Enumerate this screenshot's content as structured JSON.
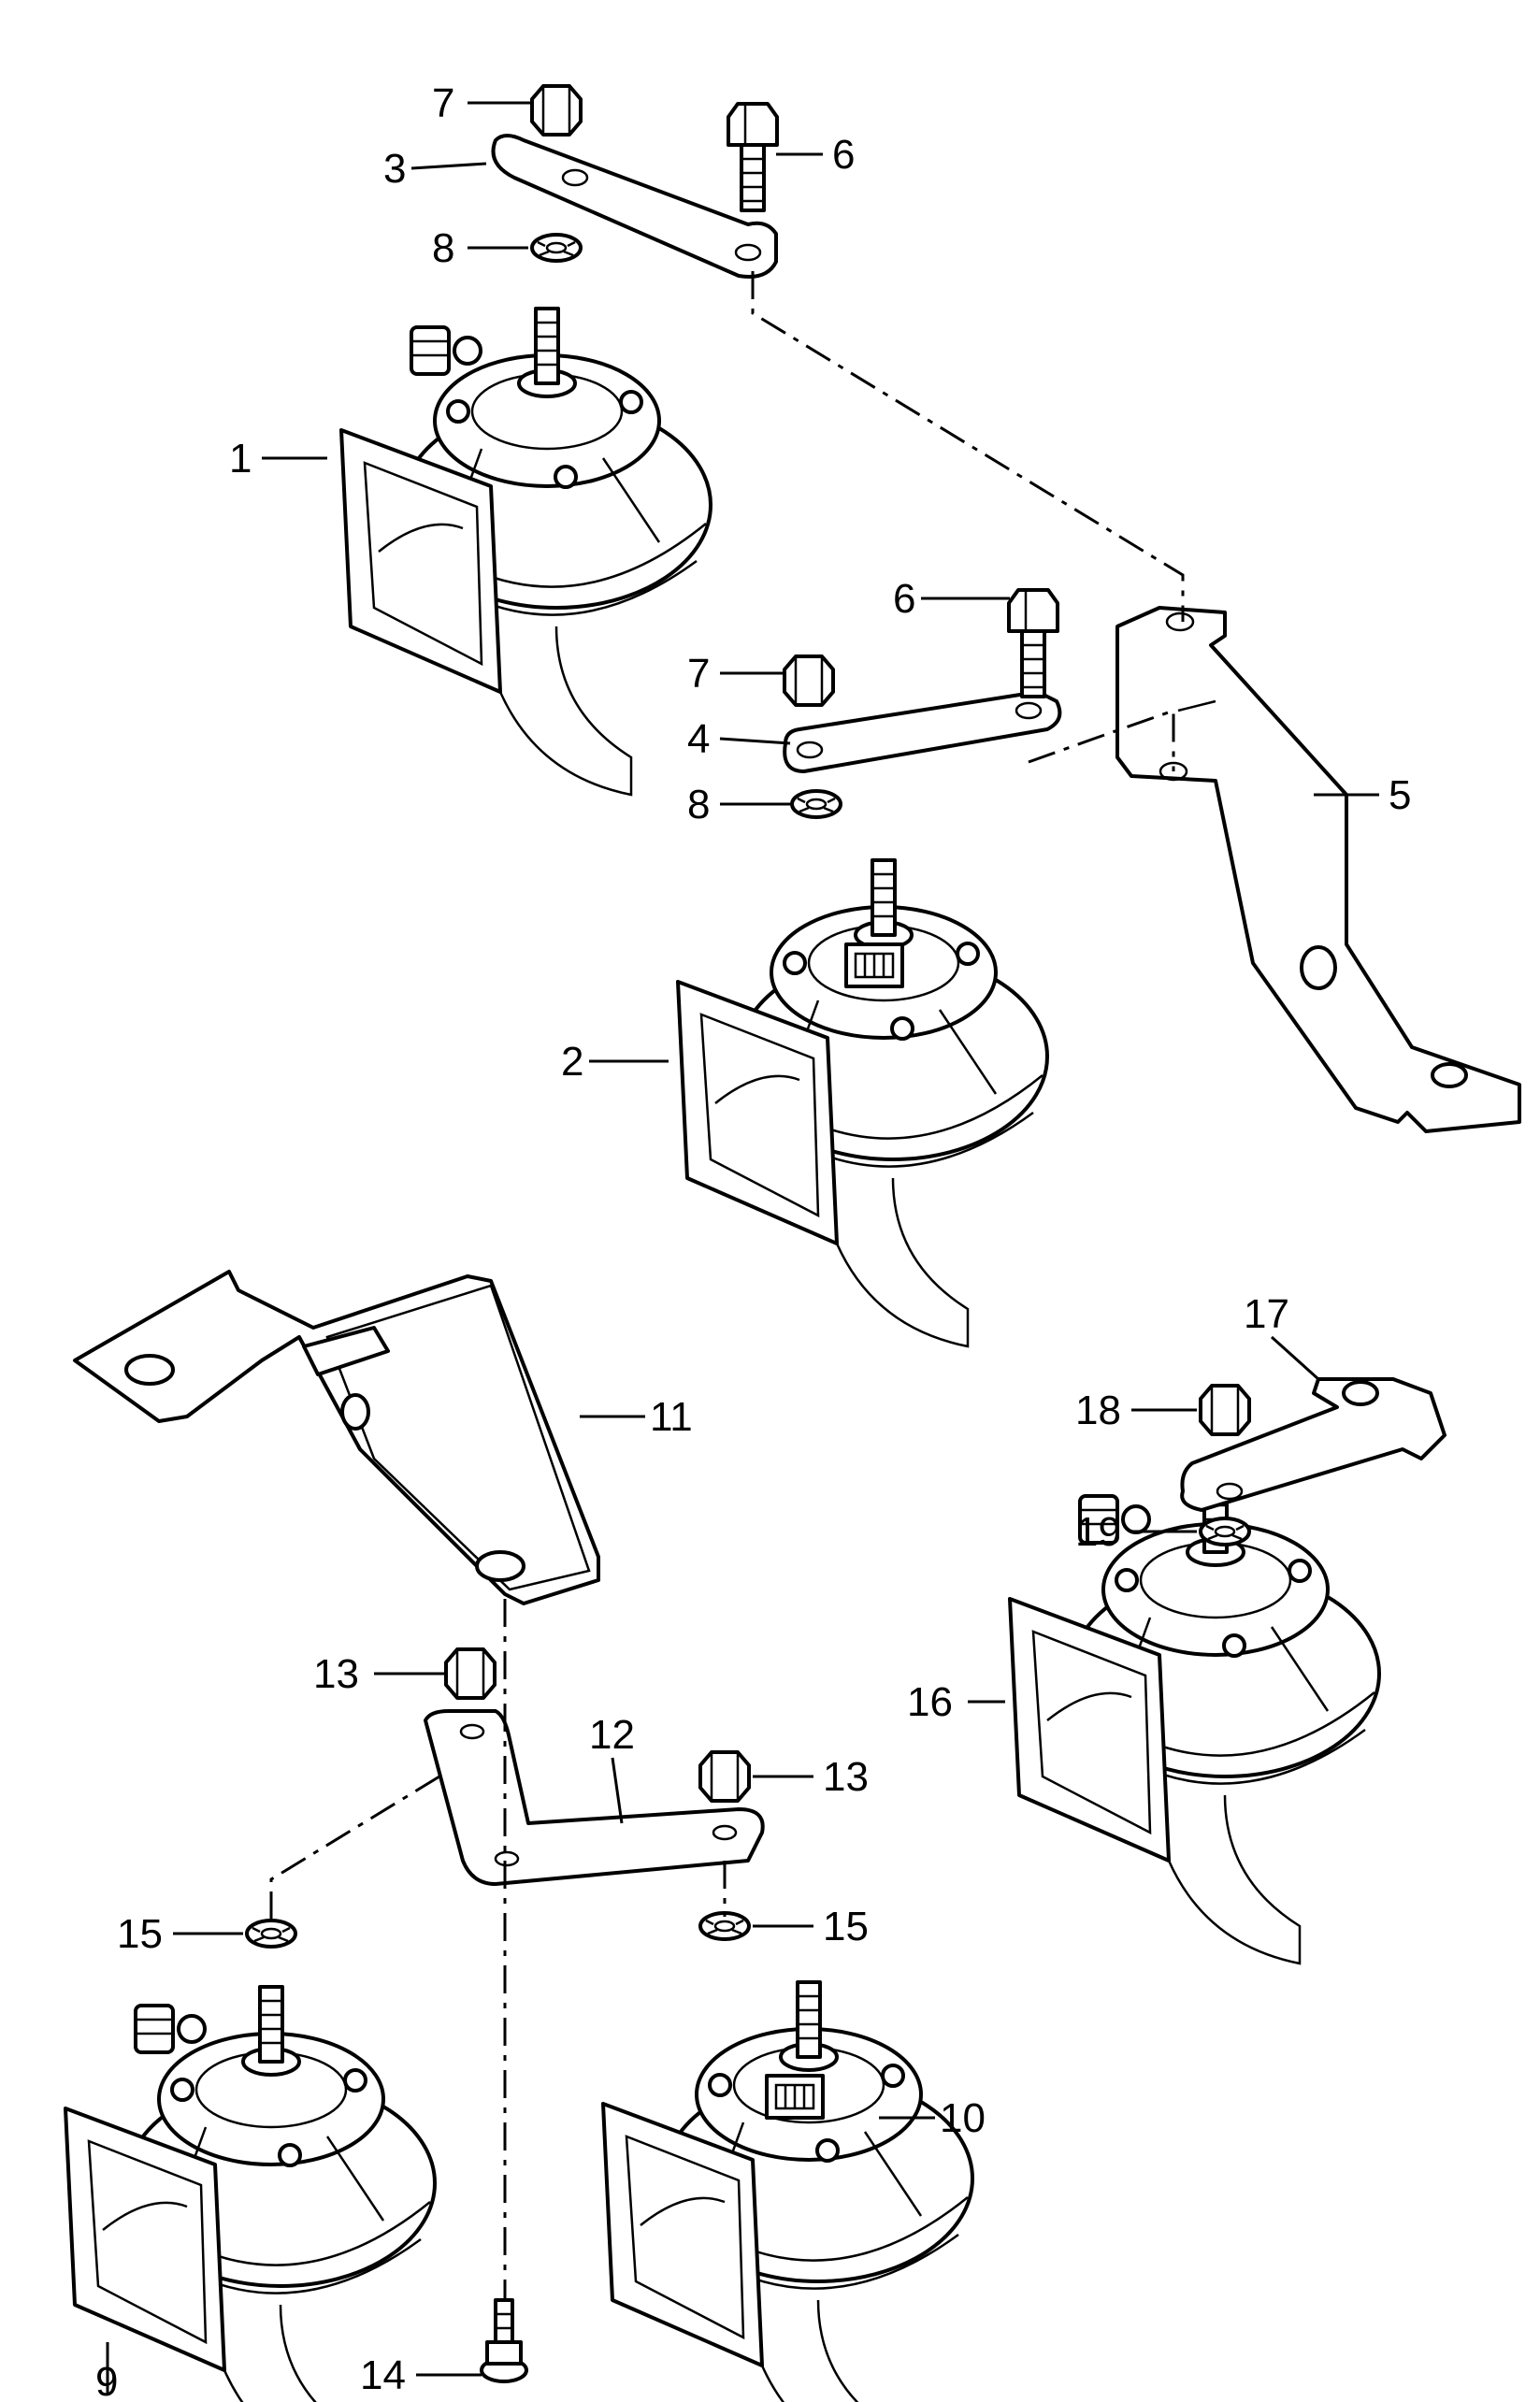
{
  "callouts": [
    {
      "id": "c1",
      "text": "1"
    },
    {
      "id": "c2",
      "text": "2"
    },
    {
      "id": "c3",
      "text": "3"
    },
    {
      "id": "c4",
      "text": "4"
    },
    {
      "id": "c5",
      "text": "5"
    },
    {
      "id": "c6a",
      "text": "6"
    },
    {
      "id": "c6b",
      "text": "6"
    },
    {
      "id": "c7a",
      "text": "7"
    },
    {
      "id": "c7b",
      "text": "7"
    },
    {
      "id": "c8a",
      "text": "8"
    },
    {
      "id": "c8b",
      "text": "8"
    },
    {
      "id": "c9",
      "text": "9"
    },
    {
      "id": "c10",
      "text": "10"
    },
    {
      "id": "c11",
      "text": "11"
    },
    {
      "id": "c12",
      "text": "12"
    },
    {
      "id": "c13a",
      "text": "13"
    },
    {
      "id": "c13b",
      "text": "13"
    },
    {
      "id": "c14",
      "text": "14"
    },
    {
      "id": "c15a",
      "text": "15"
    },
    {
      "id": "c15b",
      "text": "15"
    },
    {
      "id": "c16",
      "text": "16"
    },
    {
      "id": "c17",
      "text": "17"
    },
    {
      "id": "c18",
      "text": "18"
    },
    {
      "id": "c19",
      "text": "19"
    }
  ]
}
